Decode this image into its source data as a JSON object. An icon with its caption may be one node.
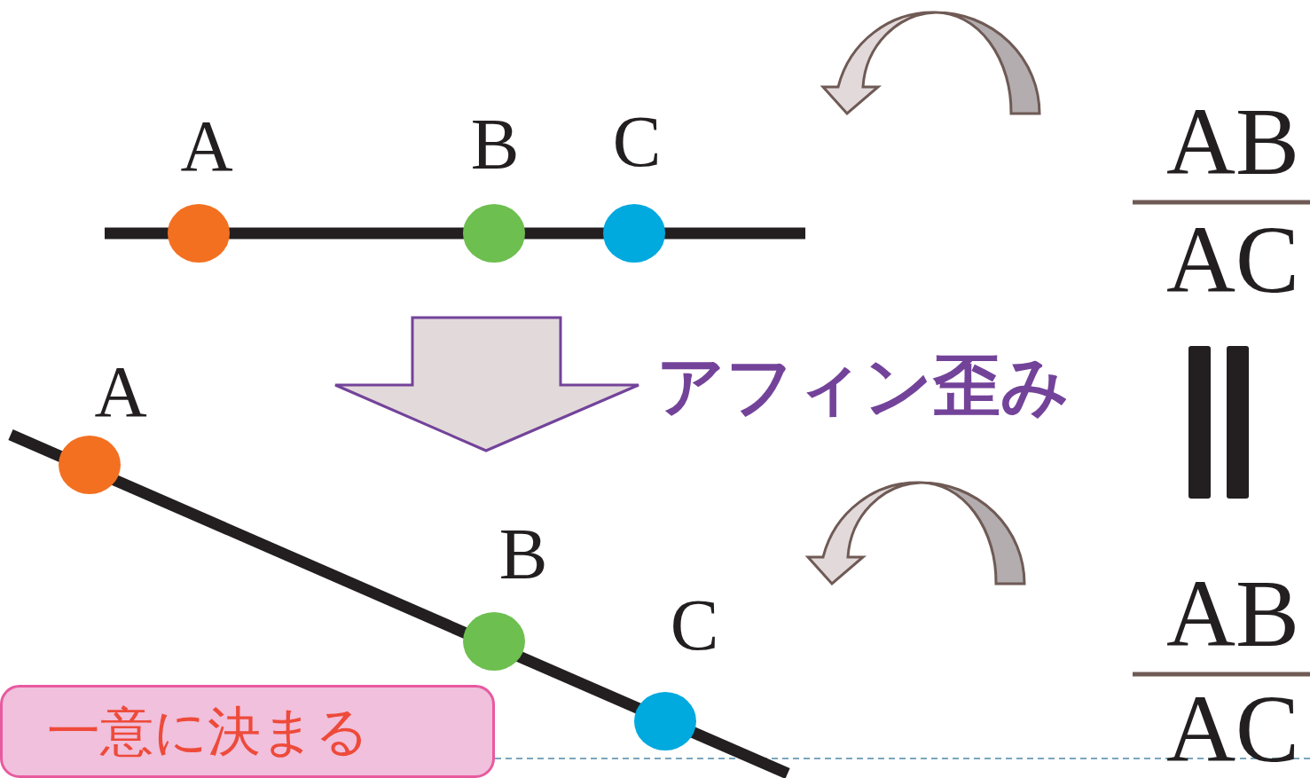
{
  "diagram": {
    "nodes": [
      {
        "text": [
          "一意に決まる"
        ]
      }
    ],
    "labels": [
      "A",
      "B",
      "C",
      "AB",
      "AC",
      "A",
      "アフィン歪み",
      "B",
      "C",
      "AB",
      "AC"
    ]
  }
}
